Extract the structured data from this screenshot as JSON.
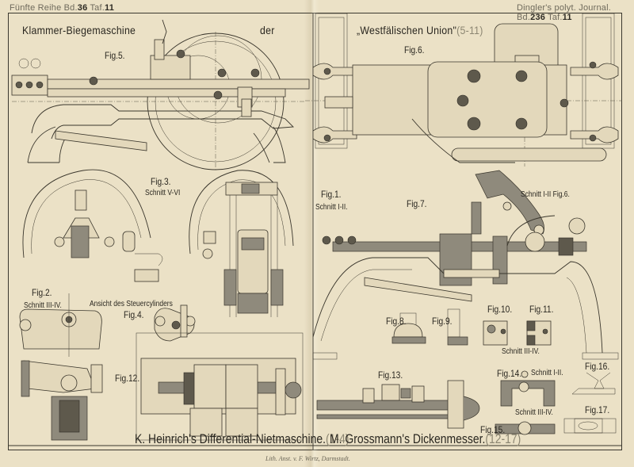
{
  "header": {
    "left_prefix": "Fünfte Reihe Bd.",
    "left_volume": "36",
    "left_plate_prefix": "Taf.",
    "left_plate": "11",
    "right_prefix": "Dingler's polyt. Journal. Bd.",
    "right_volume": "236",
    "right_plate_prefix": "Taf.",
    "right_plate": "11"
  },
  "titles": {
    "top_left": "Klammer-Biegemaschine",
    "top_mid": "der",
    "top_right": "„Westfälischen Union\"",
    "top_right_range": "(5-11)",
    "bottom_left": "K. Heinrich's Differential-Nietmaschine.",
    "bottom_left_range": "(1-4)",
    "bottom_right": "M. Grossmann's Dickenmesser.",
    "bottom_right_range": "(12-17)"
  },
  "figures": {
    "fig1": {
      "label": "Fig.1.",
      "section": "Schnitt I-II."
    },
    "fig2": {
      "label": "Fig.2.",
      "section": "Schnitt III-IV."
    },
    "fig3": {
      "label": "Fig.3.",
      "section": "Schnitt V-VI"
    },
    "fig4": {
      "label": "Fig.4.",
      "caption": "Ansicht des Steuercylinders"
    },
    "fig5": {
      "label": "Fig.5."
    },
    "fig6": {
      "label": "Fig.6."
    },
    "fig7": {
      "label": "Fig.7.",
      "section": "Schnitt I-II Fig.6."
    },
    "fig8": {
      "label": "Fig.8."
    },
    "fig9": {
      "label": "Fig.9."
    },
    "fig10": {
      "label": "Fig.10.",
      "section": "Schnitt III-IV."
    },
    "fig11": {
      "label": "Fig.11."
    },
    "fig12": {
      "label": "Fig.12."
    },
    "fig13": {
      "label": "Fig.13."
    },
    "fig14": {
      "label": "Fig.14.",
      "section": "Schnitt I-II."
    },
    "fig15": {
      "label": "Fig.15.",
      "section": "Schnitt III-IV."
    },
    "fig16": {
      "label": "Fig.16."
    },
    "fig17": {
      "label": "Fig.17."
    }
  },
  "footer": {
    "lithographer": "Lith. Anst. v. F. Wirtz, Darmstadt."
  }
}
